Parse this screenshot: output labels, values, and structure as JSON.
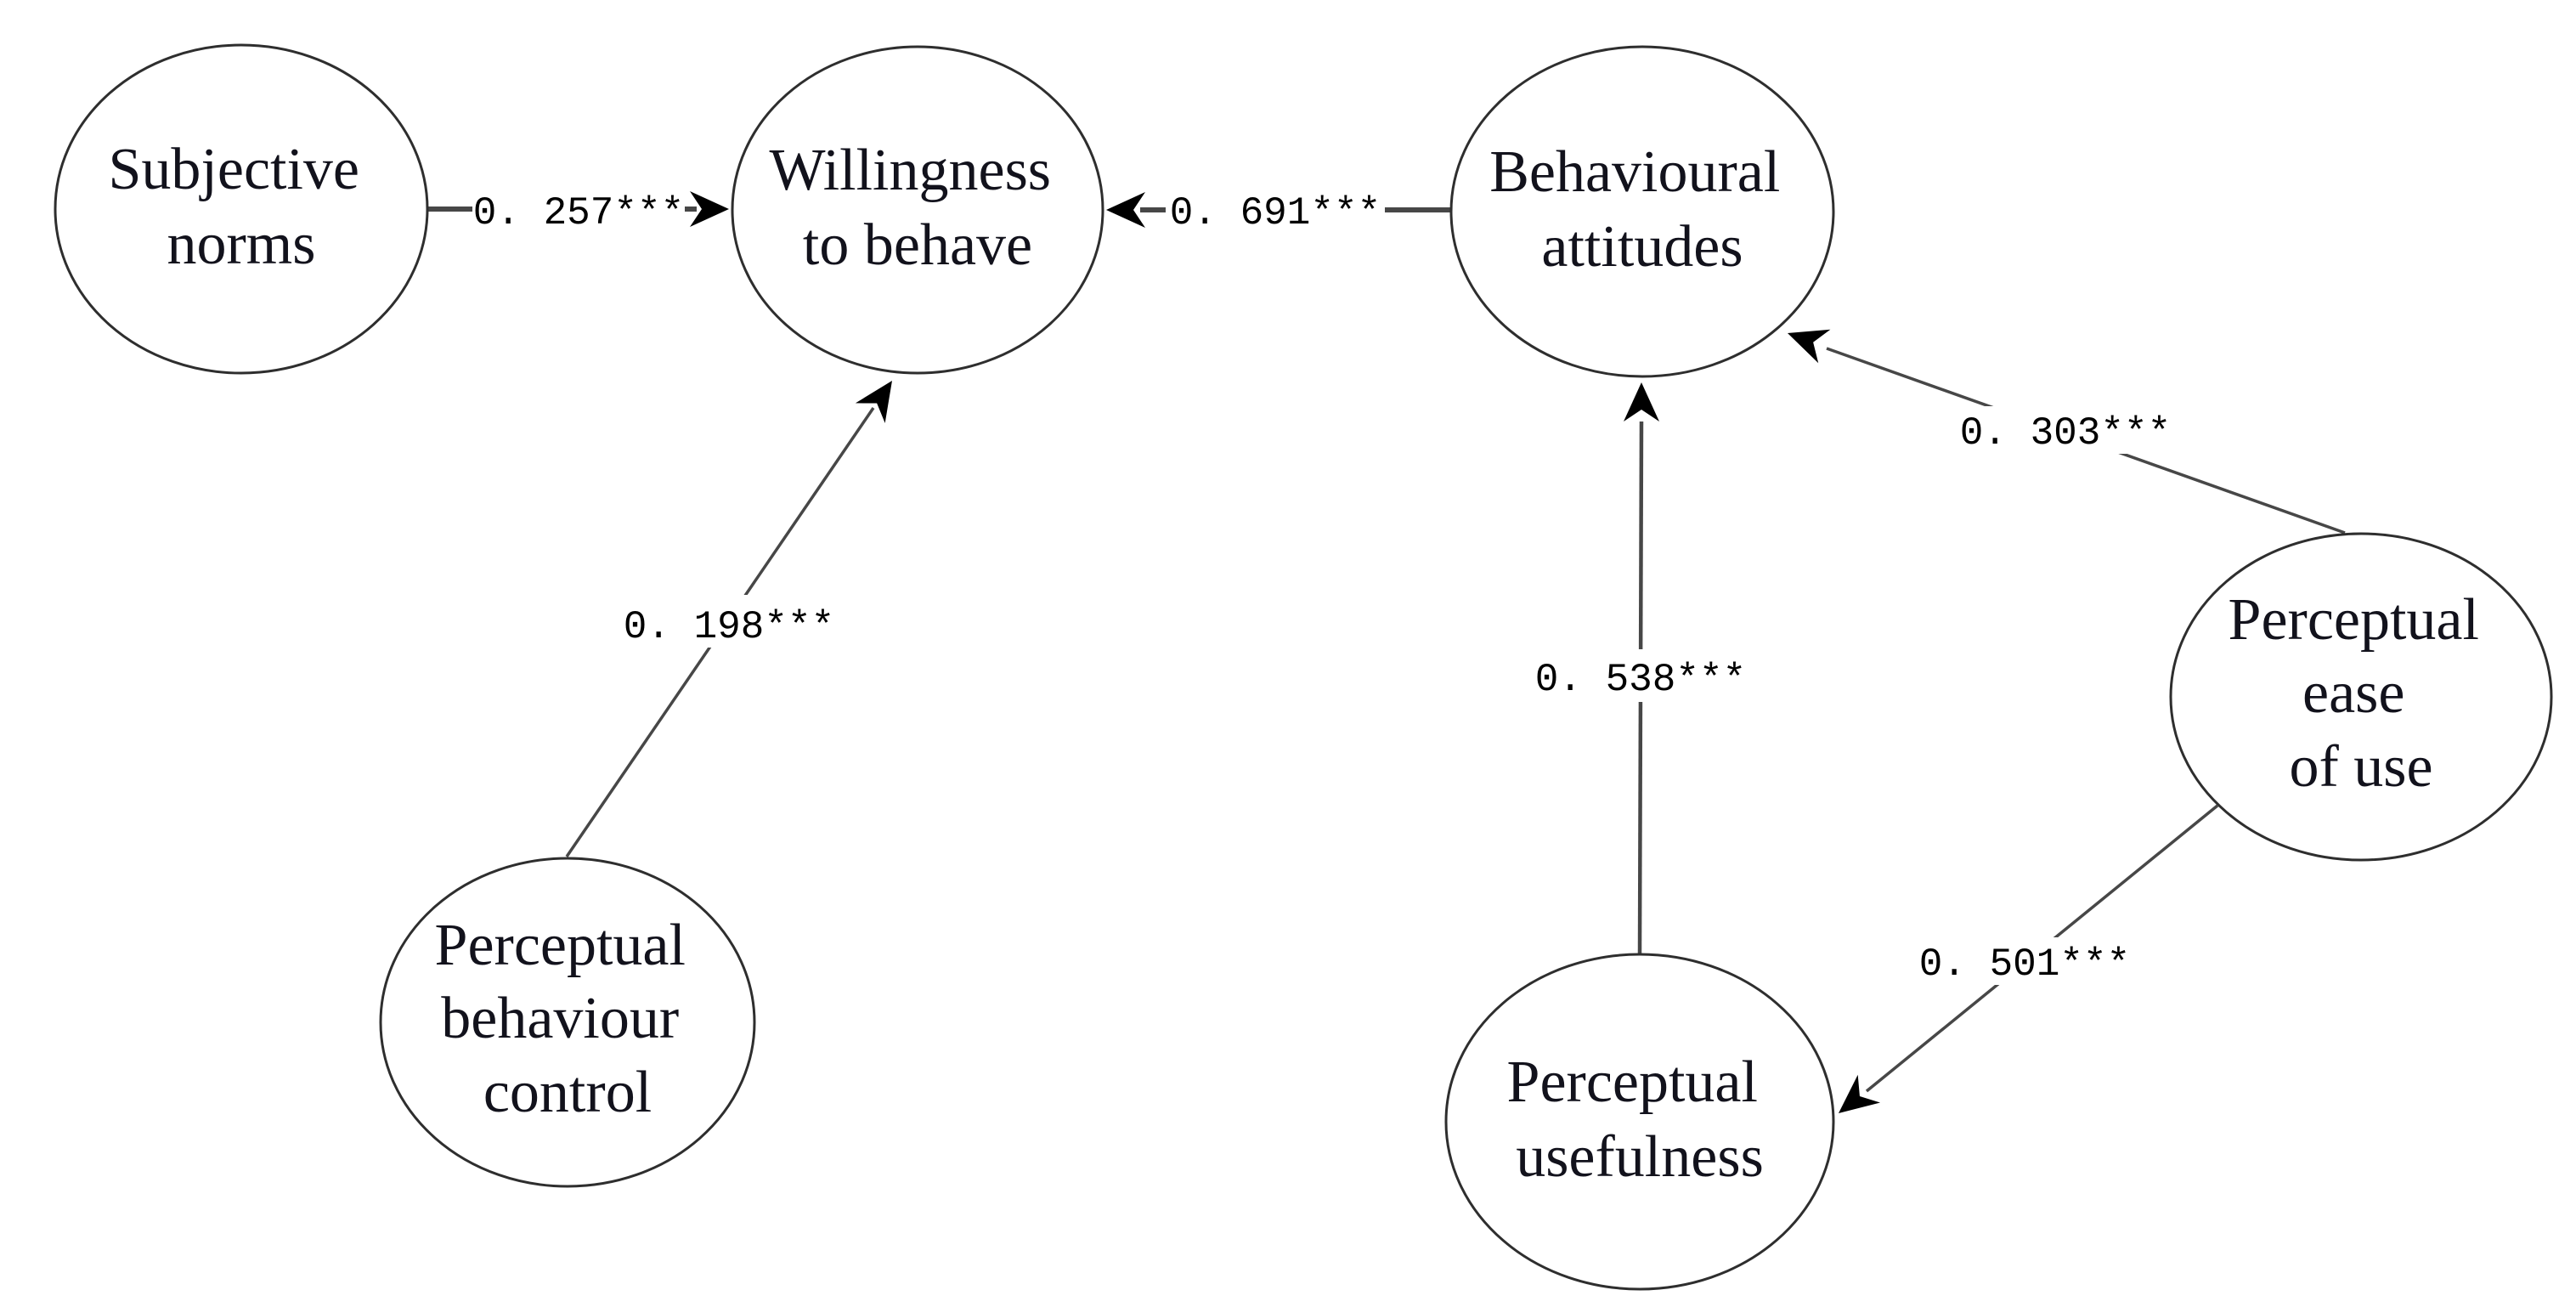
{
  "diagram": {
    "type": "path-model",
    "colors": {
      "background": "#ffffff",
      "node_fill": "#ffffff",
      "node_stroke": "#2e2e2e",
      "edge_line": "#474747",
      "node_text": "#12121c",
      "edge_label_text": "#000000"
    },
    "nodes": [
      {
        "id": "subjective-norms",
        "label": "Subjective norms",
        "lines": [
          "Subjective",
          "norms"
        ]
      },
      {
        "id": "willingness-to-behave",
        "label": "Willingness to behave",
        "lines": [
          "Willingness",
          "to behave"
        ]
      },
      {
        "id": "behavioural-attitudes",
        "label": "Behavioural attitudes",
        "lines": [
          "Behavioural",
          "attitudes"
        ]
      },
      {
        "id": "perceptual-ease-of-use",
        "label": "Perceptual ease of use",
        "lines": [
          "Perceptual",
          "ease",
          "of use"
        ]
      },
      {
        "id": "perceptual-behaviour-control",
        "label": "Perceptual behaviour control",
        "lines": [
          "Perceptual",
          "behaviour",
          "control"
        ]
      },
      {
        "id": "perceptual-usefulness",
        "label": "Perceptual usefulness",
        "lines": [
          "Perceptual",
          "usefulness"
        ]
      }
    ],
    "edges": [
      {
        "from": "subjective-norms",
        "to": "willingness-to-behave",
        "coefficient": 0.257,
        "significance": "***",
        "label": "0. 257***"
      },
      {
        "from": "behavioural-attitudes",
        "to": "willingness-to-behave",
        "coefficient": 0.691,
        "significance": "***",
        "label": "0. 691***"
      },
      {
        "from": "perceptual-behaviour-control",
        "to": "willingness-to-behave",
        "coefficient": 0.198,
        "significance": "***",
        "label": "0. 198***"
      },
      {
        "from": "perceptual-usefulness",
        "to": "behavioural-attitudes",
        "coefficient": 0.538,
        "significance": "***",
        "label": "0. 538***"
      },
      {
        "from": "perceptual-ease-of-use",
        "to": "behavioural-attitudes",
        "coefficient": 0.303,
        "significance": "***",
        "label": "0. 303***"
      },
      {
        "from": "perceptual-ease-of-use",
        "to": "perceptual-usefulness",
        "coefficient": 0.501,
        "significance": "***",
        "label": "0. 501***"
      }
    ]
  }
}
